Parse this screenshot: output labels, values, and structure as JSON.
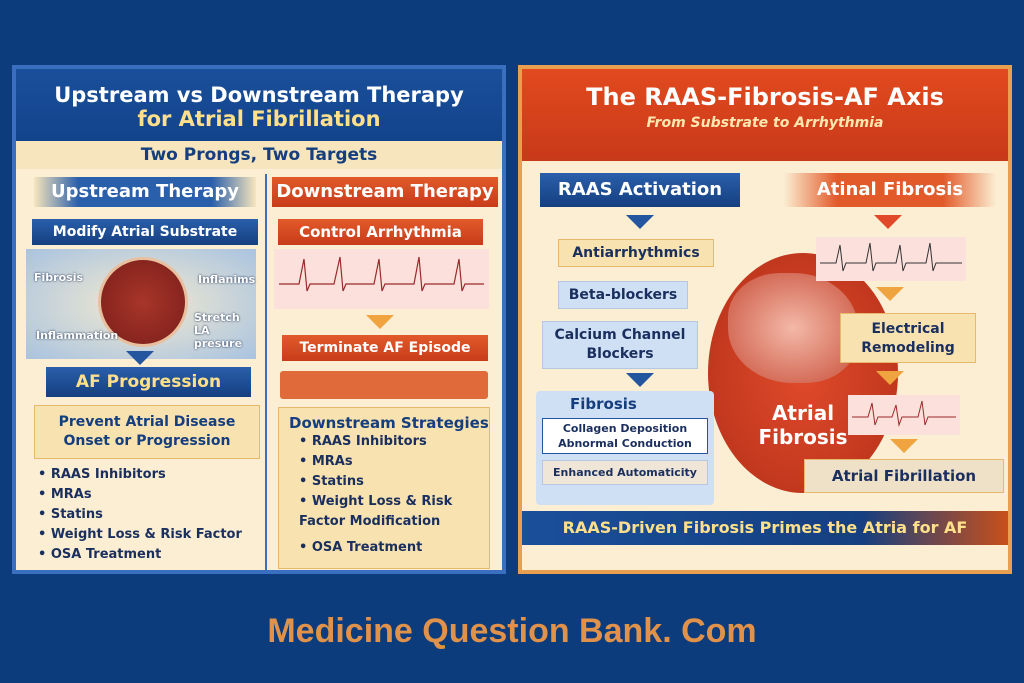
{
  "left": {
    "title_line1": "Upstream vs Downstream Therapy",
    "title_line2": "for Atrial Fibrillation",
    "subtitle": "Two Prongs, Two Targets",
    "upstream": {
      "header": "Upstream Therapy",
      "box": "Modify Atrial Substrate",
      "labels": [
        "Fibrosis",
        "Inflanims",
        "Inflammation",
        "Stretch LA presure"
      ],
      "progression": "AF Progression",
      "goal": "Prevent Atrial Disease Onset or Progression",
      "items": [
        "RAAS Inhibitors",
        "MRAs",
        "Statins",
        "Weight Loss & Risk Factor",
        "OSA Treatment"
      ]
    },
    "downstream": {
      "header": "Downstream Therapy",
      "box": "Control Arrhythmia",
      "terminate": "Terminate AF Episode",
      "strategies_title": "Downstream Strategies",
      "items": [
        "RAAS Inhibitors",
        "MRAs",
        "Statins",
        "Weight Loss & Risk Factor Modification"
      ],
      "extra": "OSA Treatment"
    }
  },
  "right": {
    "title": "The RAAS-Fibrosis-AF Axis",
    "subtitle": "From Substrate to Arrhythmia",
    "raas": "RAAS Activation",
    "fibrosis_header": "Atinal Fibrosis",
    "antiarrhythmics": "Antiarrhythmics",
    "beta": "Beta-blockers",
    "calcium": "Calcium Channel Blockers",
    "fibrosis": "Fibrosis",
    "collagen": "Collagen Deposition",
    "abnormal": "Abnormal Conduction",
    "automaticity": "Enhanced Automaticity",
    "center": "Atrial Fibrosis",
    "electrical": "Electrical Remodeling",
    "af": "Atrial Fibrillation",
    "footer": "RAAS-Driven Fibrosis Primes the Atria for AF"
  },
  "watermark": "Medicine Question Bank. Com",
  "colors": {
    "background": "#0d3c7c",
    "blue": "#153f80",
    "red": "#c83c1a",
    "watermark": "#e0924a"
  }
}
